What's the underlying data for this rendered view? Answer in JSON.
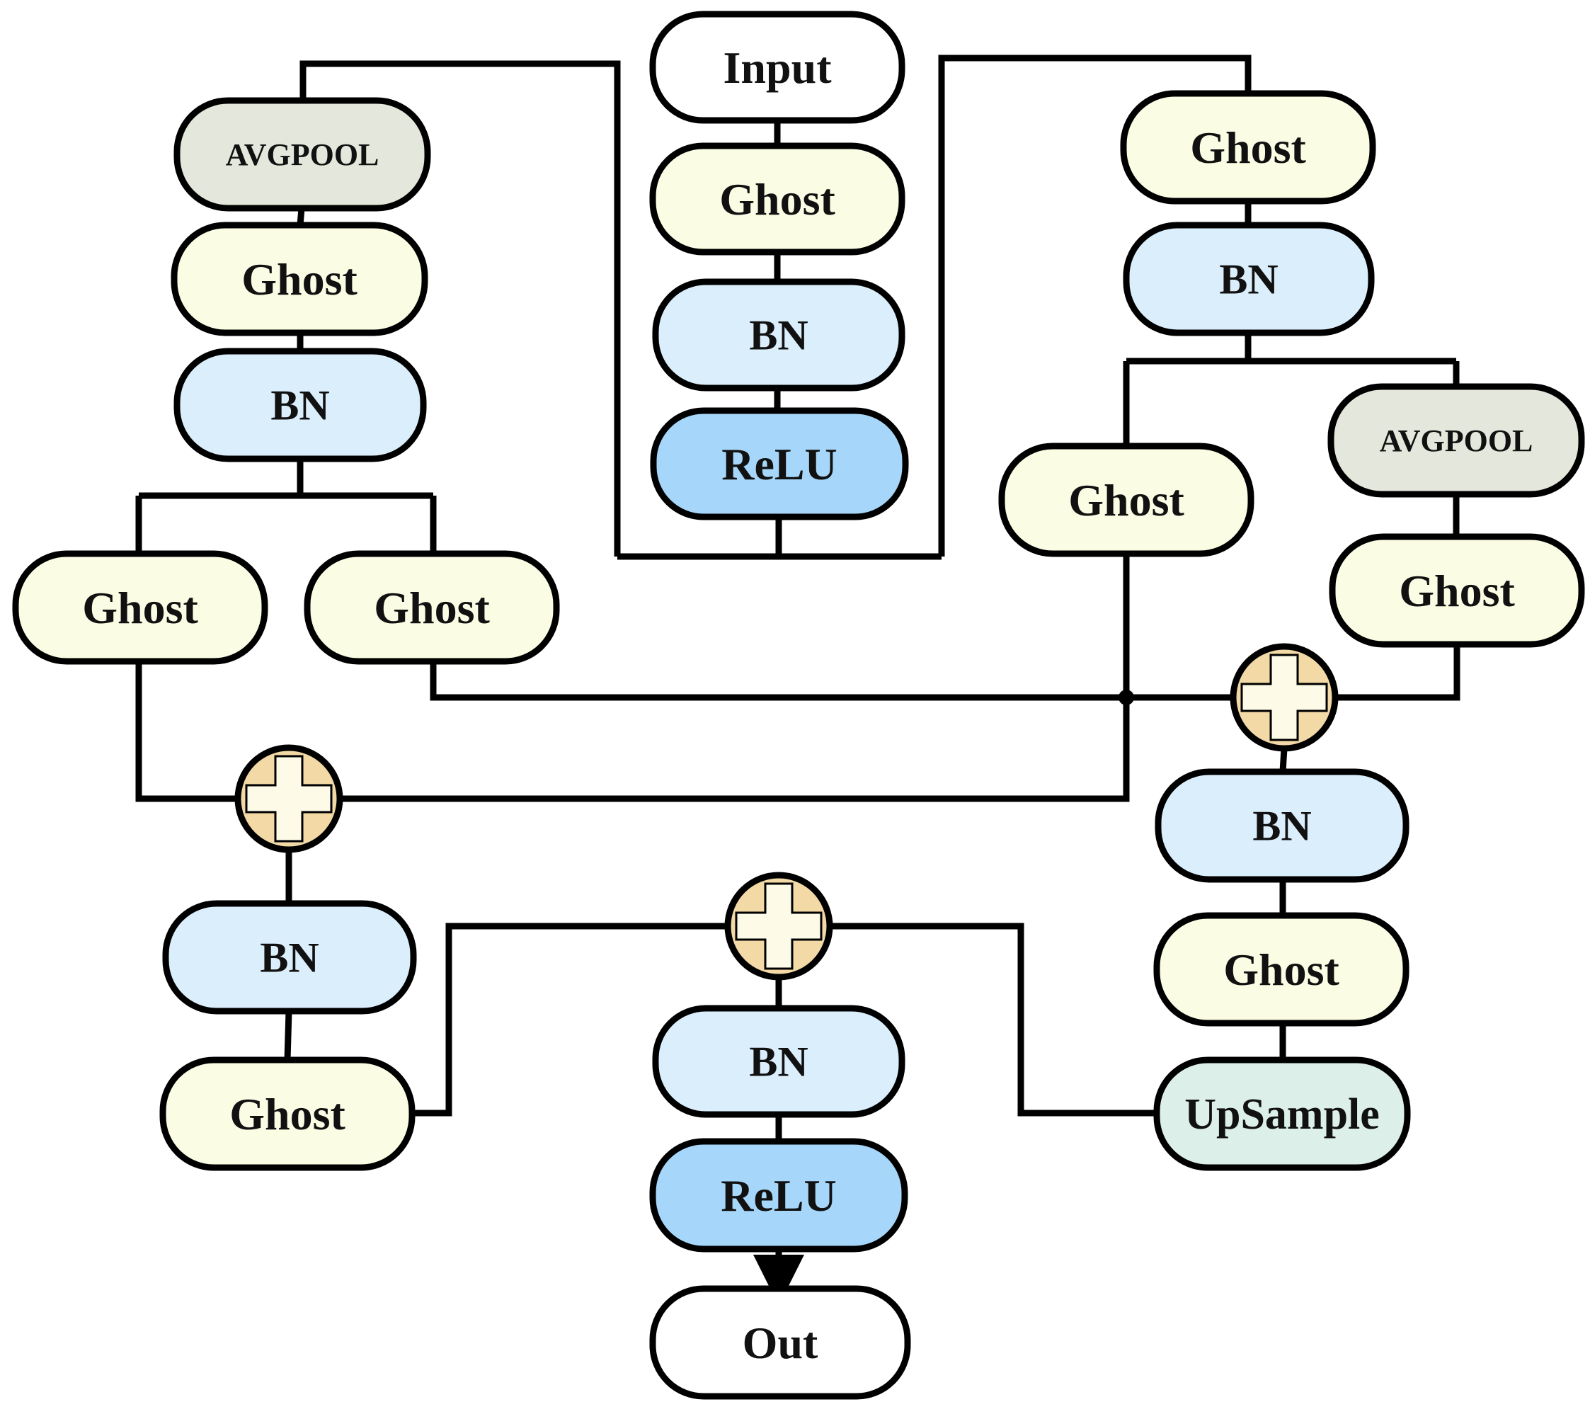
{
  "colors": {
    "io": "#ffffff",
    "ghost": "#fbfce4",
    "bn": "#dbeefb",
    "relu": "#a6d6f9",
    "avgpool": "#e4e8dc",
    "upsample": "#dcefe9",
    "add_circle": "#f2d9a6",
    "add_plus": "#fdfbe8"
  },
  "nodes": [
    {
      "id": "input",
      "label": "Input",
      "kind": "io"
    },
    {
      "id": "ghost-top-center",
      "label": "Ghost",
      "kind": "ghost"
    },
    {
      "id": "bn-top-center",
      "label": "BN",
      "kind": "bn"
    },
    {
      "id": "relu-top-center",
      "label": "ReLU",
      "kind": "relu"
    },
    {
      "id": "avgpool-left",
      "label": "AVGPOOL",
      "kind": "avgpool"
    },
    {
      "id": "ghost-left-1",
      "label": "Ghost",
      "kind": "ghost"
    },
    {
      "id": "bn-left-1",
      "label": "BN",
      "kind": "bn"
    },
    {
      "id": "ghost-left-branch-a",
      "label": "Ghost",
      "kind": "ghost"
    },
    {
      "id": "ghost-left-branch-b",
      "label": "Ghost",
      "kind": "ghost"
    },
    {
      "id": "ghost-right-1",
      "label": "Ghost",
      "kind": "ghost"
    },
    {
      "id": "bn-right-1",
      "label": "BN",
      "kind": "bn"
    },
    {
      "id": "ghost-right-branch",
      "label": "Ghost",
      "kind": "ghost"
    },
    {
      "id": "avgpool-right",
      "label": "AVGPOOL",
      "kind": "avgpool"
    },
    {
      "id": "ghost-right-2",
      "label": "Ghost",
      "kind": "ghost"
    },
    {
      "id": "bn-left-2",
      "label": "BN",
      "kind": "bn"
    },
    {
      "id": "ghost-left-2",
      "label": "Ghost",
      "kind": "ghost"
    },
    {
      "id": "bn-right-2",
      "label": "BN",
      "kind": "bn"
    },
    {
      "id": "ghost-right-3",
      "label": "Ghost",
      "kind": "ghost"
    },
    {
      "id": "upsample",
      "label": "UpSample",
      "kind": "upsample"
    },
    {
      "id": "bn-bottom-center",
      "label": "BN",
      "kind": "bn"
    },
    {
      "id": "relu-bottom-center",
      "label": "ReLU",
      "kind": "relu"
    },
    {
      "id": "out",
      "label": "Out",
      "kind": "io"
    }
  ],
  "adders": [
    {
      "id": "add-left"
    },
    {
      "id": "add-right"
    },
    {
      "id": "add-bottom"
    }
  ]
}
